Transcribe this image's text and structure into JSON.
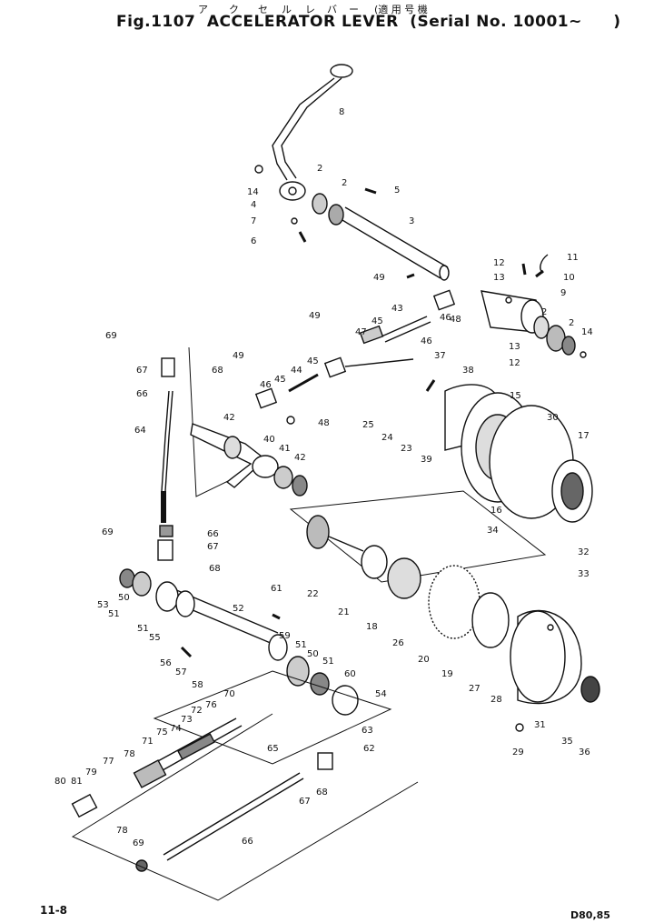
{
  "header": {
    "katakana": [
      "ア",
      "ク",
      "セ",
      "ル",
      "レ",
      "バ",
      "ー"
    ],
    "applicability_label": "(適 用 号 機",
    "fig_label": "Fig.1107",
    "title": "ACCELERATOR LEVER",
    "serial_label": "(Serial No. 10001~",
    "serial_close": ")"
  },
  "footer": {
    "page": "11-8",
    "models": "D80,85"
  },
  "callouts": [
    "8",
    "2",
    "2",
    "5",
    "14",
    "4",
    "7",
    "6",
    "3",
    "12",
    "11",
    "13",
    "10",
    "9",
    "49",
    "48",
    "2",
    "2",
    "14",
    "13",
    "12",
    "43",
    "45",
    "46",
    "47",
    "46",
    "49",
    "45",
    "44",
    "37",
    "38",
    "15",
    "30",
    "17",
    "69",
    "67",
    "68",
    "66",
    "49",
    "46",
    "45",
    "42",
    "48",
    "25",
    "24",
    "23",
    "39",
    "64",
    "40",
    "41",
    "42",
    "16",
    "69",
    "66",
    "67",
    "68",
    "34",
    "32",
    "33",
    "22",
    "21",
    "18",
    "26",
    "20",
    "19",
    "27",
    "28",
    "31",
    "35",
    "36",
    "29",
    "53",
    "50",
    "51",
    "51",
    "55",
    "52",
    "61",
    "59",
    "51",
    "50",
    "51",
    "60",
    "56",
    "57",
    "58",
    "54",
    "63",
    "62",
    "70",
    "76",
    "72",
    "73",
    "74",
    "75",
    "71",
    "78",
    "77",
    "79",
    "81",
    "80",
    "78",
    "69",
    "65",
    "66",
    "67",
    "68"
  ]
}
